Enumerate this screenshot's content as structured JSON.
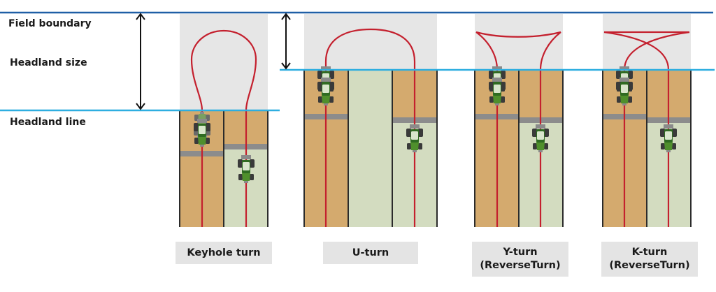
{
  "labels": {
    "field_boundary": "Field boundary",
    "headland_size": "Headland size",
    "headland_line": "Headland line"
  },
  "turns": [
    {
      "caption_line1": "Keyhole turn",
      "caption_line2": ""
    },
    {
      "caption_line1": "U-turn",
      "caption_line2": ""
    },
    {
      "caption_line1": "Y-turn",
      "caption_line2": "(ReverseTurn)"
    },
    {
      "caption_line1": "K-turn",
      "caption_line2": "(ReverseTurn)"
    }
  ],
  "colors": {
    "boundary_line": "#1f5fa6",
    "headland_line": "#2eaee0",
    "headland_area": "#e6e6e6",
    "worked_strip": "#d4aa6e",
    "unworked_strip": "#d3dcc0",
    "strip_divider": "#2b2b2b",
    "track_line": "#c4202e",
    "arrow": "#111111",
    "caption_bg": "#e4e4e4"
  }
}
